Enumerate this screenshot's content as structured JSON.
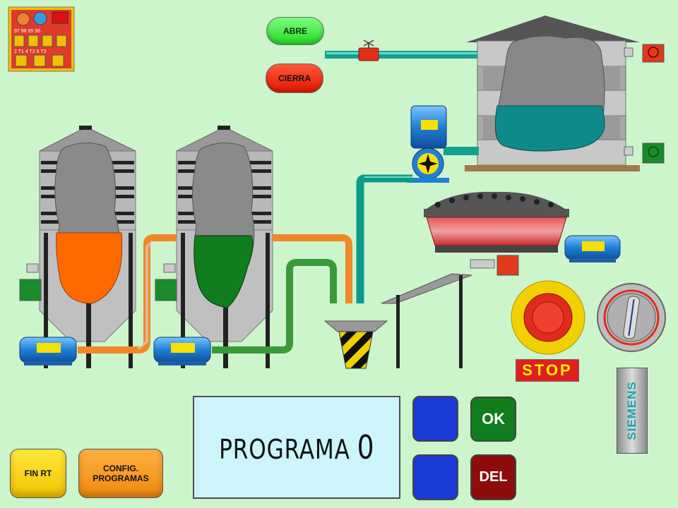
{
  "controls": {
    "abre_label": "ABRE",
    "cierra_label": "CIERRA",
    "fin_rt_label": "FIN RT",
    "config_label_line1": "CONFIG.",
    "config_label_line2": "PROGRAMAS",
    "ok_label": "OK",
    "del_label": "DEL"
  },
  "display": {
    "label": "PROGRAMA",
    "program_number": "0"
  },
  "stop_label": "STOP",
  "brand_tag": "SIEMENS",
  "relay_terminals": {
    "top_row": "97 98  95 96",
    "bottom_row": "2 T1  4 T2  6 T3"
  },
  "colors": {
    "background": "#ccf5cc",
    "silo_left_fill": "#ff6a00",
    "silo_right_fill": "#0f7d1c",
    "tank_liquid": "#0f8a8a",
    "pipe_orange": "#f0882a",
    "pipe_green": "#3a9a3a",
    "pipe_teal": "#0e9a8a",
    "motor_blue": "#2a8ad8",
    "hopper_red": "#d83a3a"
  },
  "icons": [
    "relay-icon",
    "valve-icon",
    "pump-icon",
    "motor-icon",
    "sensor-icon",
    "stop-button-icon",
    "selector-switch-icon",
    "arrow-up-icon",
    "arrow-down-icon"
  ]
}
